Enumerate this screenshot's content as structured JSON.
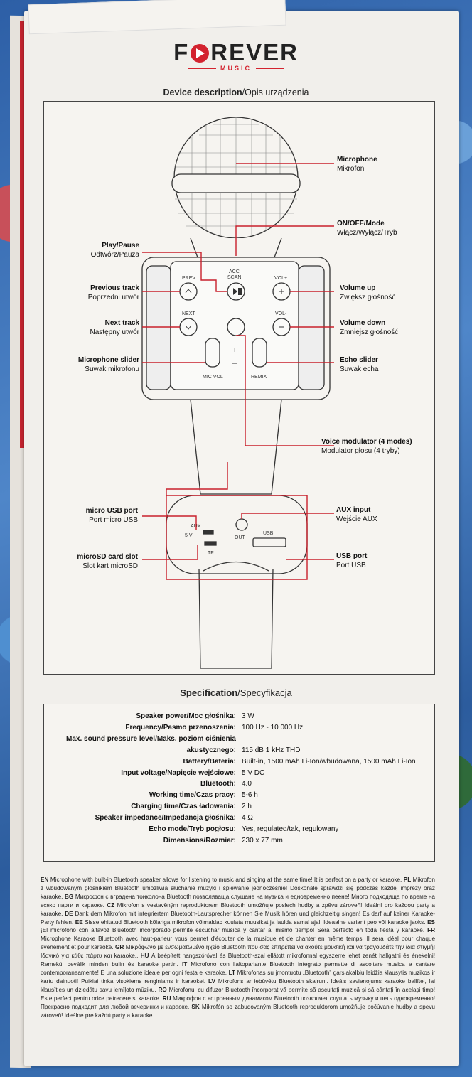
{
  "brand": {
    "name_left": "F",
    "name_right": "REVER",
    "sub": "MUSIC"
  },
  "device_heading": {
    "en": "Device description",
    "pl": "/Opis urządzenia"
  },
  "labels": {
    "microphone": {
      "en": "Microphone",
      "pl": "Mikrofon"
    },
    "on_off": {
      "en": "ON/OFF/Mode",
      "pl": "Włącz/Wyłącz/Tryb"
    },
    "play_pause": {
      "en": "Play/Pause",
      "pl": "Odtwórz/Pauza"
    },
    "previous": {
      "en": "Previous track",
      "pl": "Poprzedni utwór"
    },
    "next": {
      "en": "Next track",
      "pl": "Następny utwór"
    },
    "mic_slider": {
      "en": "Microphone slider",
      "pl": "Suwak mikrofonu"
    },
    "volume_up": {
      "en": "Volume up",
      "pl": "Zwiększ głośność"
    },
    "volume_down": {
      "en": "Volume down",
      "pl": "Zmniejsz głośność"
    },
    "echo_slider": {
      "en": "Echo slider",
      "pl": "Suwak echa"
    },
    "voice_mod": {
      "en": "Voice modulator (4 modes)",
      "pl": "Modulator głosu (4 tryby)"
    },
    "micro_usb": {
      "en": "micro USB port",
      "pl": "Port micro USB"
    },
    "microsd": {
      "en": "microSD card slot",
      "pl": "Slot kart microSD"
    },
    "aux": {
      "en": "AUX input",
      "pl": "Wejście AUX"
    },
    "usb": {
      "en": "USB port",
      "pl": "Port USB"
    }
  },
  "device_marks": {
    "acc": "ACC",
    "scan": "SCAN",
    "prev": "PREV",
    "next": "NEXT",
    "volp": "VOL+",
    "volm": "VOL-",
    "plus": "+",
    "minus": "–",
    "micvol": "MIC VOL",
    "remix": "REMIX",
    "aux": "AUX",
    "fivev": "5 V",
    "out": "OUT",
    "usb": "USB",
    "tf": "TF"
  },
  "spec_heading": {
    "en": "Specification",
    "pl": "/Specyfikacja"
  },
  "specs": [
    {
      "k": "Speaker power/Moc głośnika:",
      "v": "3 W"
    },
    {
      "k": "Frequency/Pasmo przenoszenia:",
      "v": "100 Hz - 10 000 Hz"
    },
    {
      "k": "Max. sound pressure level/Maks. poziom ciśnienia",
      "v": ""
    },
    {
      "k": "akustycznego:",
      "v": "115 dB 1 kHz THD"
    },
    {
      "k": "Battery/Bateria:",
      "v": "Built-in, 1500 mAh Li-Ion/wbudowana, 1500 mAh Li-Ion"
    },
    {
      "k": "Input voltage/Napięcie wejściowe:",
      "v": "5 V DC"
    },
    {
      "k": "Bluetooth:",
      "v": "4.0"
    },
    {
      "k": "Working time/Czas pracy:",
      "v": "5-6 h"
    },
    {
      "k": "Charging time/Czas ładowania:",
      "v": "2 h"
    },
    {
      "k": "Speaker impedance/Impedancja głośnika:",
      "v": "4 Ω"
    },
    {
      "k": "Echo mode/Tryb pogłosu:",
      "v": "Yes, regulated/tak, regulowany"
    },
    {
      "k": "Dimensions/Rozmiar:",
      "v": "230 x 77 mm"
    }
  ],
  "desc": [
    {
      "c": "EN",
      "t": "Microphone with built-in Bluetooth speaker allows for listening to music and singing at the same time! It is perfect on a party or karaoke."
    },
    {
      "c": "PL",
      "t": "Mikrofon z wbudowanym głośnikiem Bluetooth umożliwia słuchanie muzyki i śpiewanie jednocześnie! Doskonale sprawdzi się podczas każdej imprezy oraz karaoke."
    },
    {
      "c": "BG",
      "t": "Микрофон с вградена тонколона Bluetooth позволяваща слушане на музика и едновременно пеене! Много подходяща по време на всяко парти и караоке."
    },
    {
      "c": "CZ",
      "t": "Mikrofon s vestavěným reproduktorem Bluetooth umožňuje poslech hudby a zpěvu zároveň! Ideální pro každou party a karaoke."
    },
    {
      "c": "DE",
      "t": "Dank dem Mikrofon mit integriertem Bluetooth-Lautsprecher können Sie Musik hören und gleichzeitig singen! Es darf auf keiner Karaoke-Party fehlen."
    },
    {
      "c": "EE",
      "t": "Sisse ehitatud Bluetooth kõlariga mikrofon võimaldab kuulata muusikat ja laulda samal ajal! Ideaalne variant peo või karaoke jaoks."
    },
    {
      "c": "ES",
      "t": "¡El micrófono con altavoz Bluetooth incorporado permite escuchar música y cantar al mismo tiempo! Será perfecto en toda fiesta y karaoke."
    },
    {
      "c": "FR",
      "t": "Microphone Karaoke Bluetooth avec haut-parleur vous permet d'écouter de la musique et de chanter en même temps! Il sera idéal pour chaque événement et pour karaoké."
    },
    {
      "c": "GR",
      "t": "Μικρόφωνο με ενσωματωμένο ηχείο Bluetooth που σας επιτρέπει να ακούτε μουσική και να τραγουδάτε την ίδια στιγμή! Ιδανικό για κάθε πάρτυ και karaoke.."
    },
    {
      "c": "HU",
      "t": "A beépített hangszóróval és Bluetooth-szal ellátott mikrofonnal egyszerre lehet zenét hallgatni és énekelni! Remekül beválik minden bulin és karaoke partin."
    },
    {
      "c": "IT",
      "t": "Microfono con l'altoparlante Bluetooth integrato permette di ascoltare musica e cantare contemporaneamente! È una soluzione ideale per ogni festa e karaoke."
    },
    {
      "c": "LT",
      "t": "Mikrofonas su įmontuotu „Bluetooth” garsiakalbiu leidžia klausytis muzikos ir kartu dainuoti! Puikiai tinka visokiems renginiams ir karaokei."
    },
    {
      "c": "LV",
      "t": "Mikrofons ar iebūvētu Bluetooth skaļruni. Ideāls savienojums karaoke ballītei, lai klausīties un dziedātu savu iemīļoto mūziku."
    },
    {
      "c": "RO",
      "t": "Microfonul cu difuzor Bluetooth încorporat vă permite să ascultați muzică și să cântați în același timp! Este perfect pentru orice petrecere și karaoke."
    },
    {
      "c": "RU",
      "t": "Микрофон с встроенным динамиком Bluetooth позволяет слушать музыку и петь одновременно! Прекрасно подходит для любой вечеринки и караоке."
    },
    {
      "c": "SK",
      "t": "Mikrofón so zabudovaným Bluetooth reproduktorom umožňuje počúvanie hudby a spevu zároveň! Ideálne pre každú party a karaoke."
    }
  ],
  "colors": {
    "accent": "#d3232f",
    "line": "#c8202c",
    "paper": "#f1efeb",
    "ink": "#222222"
  }
}
